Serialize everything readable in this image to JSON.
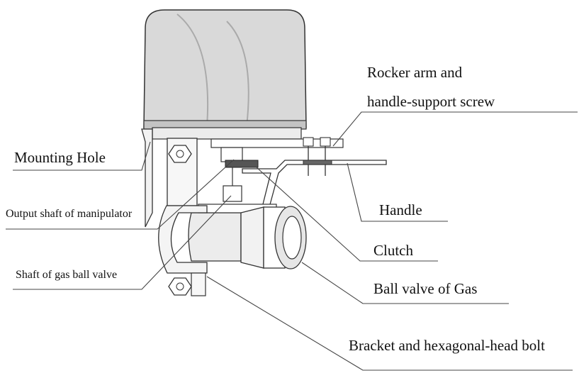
{
  "labels": {
    "rocker_line1": "Rocker arm and",
    "rocker_line2": "handle-support screw",
    "mounting_hole": "Mounting Hole",
    "handle": "Handle",
    "output_shaft": "Output shaft of manipulator",
    "clutch": "Clutch",
    "valve_shaft": "Shaft of  gas ball valve",
    "ball_valve": "Ball valve of Gas",
    "bracket": "Bracket and hexagonal-head bolt"
  },
  "colors": {
    "stroke": "#333333",
    "cap_fill": "#d9d9d9",
    "cap_shade": "#b5b5b5",
    "body_fill": "#ececec",
    "line": "#444444"
  }
}
